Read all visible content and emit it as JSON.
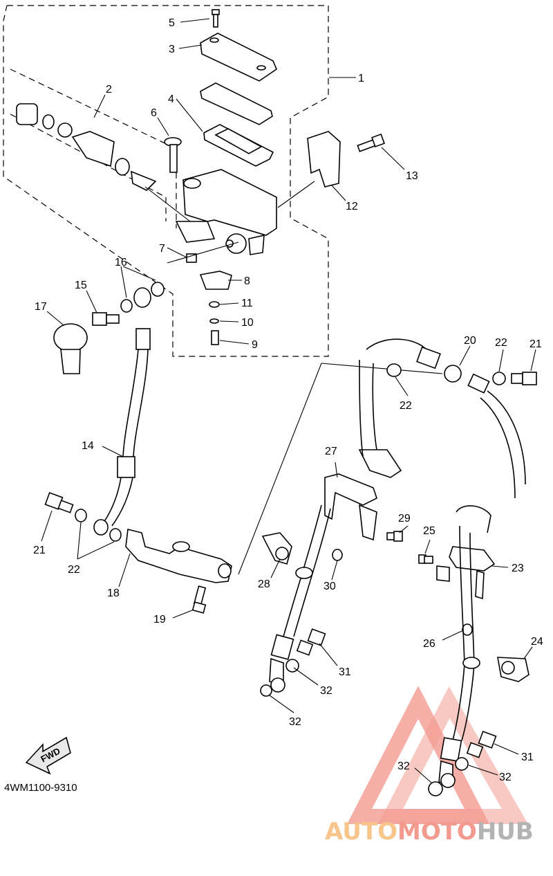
{
  "diagram_code": "4WM1100-9310",
  "fwd_label": "FWD",
  "watermark": {
    "part1": "AUTO",
    "part2": "MOTO",
    "part3": "HUB"
  },
  "callouts": {
    "c1": "1",
    "c2": "2",
    "c3": "3",
    "c4": "4",
    "c5": "5",
    "c6": "6",
    "c7": "7",
    "c8": "8",
    "c9": "9",
    "c10": "10",
    "c11": "11",
    "c12": "12",
    "c13": "13",
    "c14": "14",
    "c15": "15",
    "c16": "16",
    "c17": "17",
    "c18": "18",
    "c19": "19",
    "c20": "20",
    "c21a": "21",
    "c21b": "21",
    "c22a": "22",
    "c22b": "22",
    "c22c": "22",
    "c23": "23",
    "c24": "24",
    "c25": "25",
    "c26": "26",
    "c27": "27",
    "c28": "28",
    "c29": "29",
    "c30": "30",
    "c31a": "31",
    "c31b": "31",
    "c32a": "32",
    "c32b": "32",
    "c32c": "32",
    "c32d": "32"
  }
}
